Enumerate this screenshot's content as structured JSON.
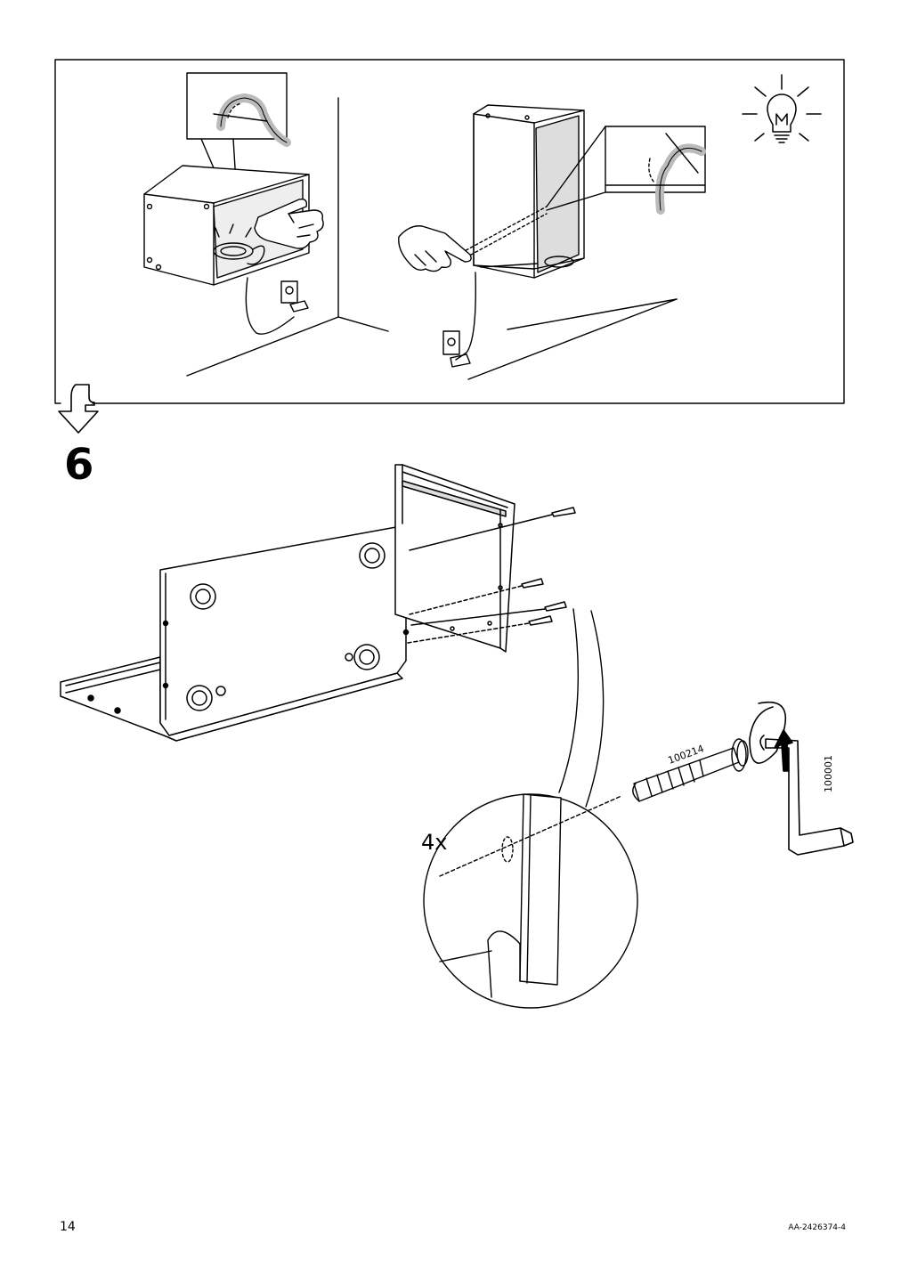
{
  "step": {
    "number": "6",
    "quantity": "4x"
  },
  "parts": {
    "screw_id": "100214",
    "key_id": "100001"
  },
  "footer": {
    "page_number": "14",
    "document_id": "AA-2426374-4"
  }
}
